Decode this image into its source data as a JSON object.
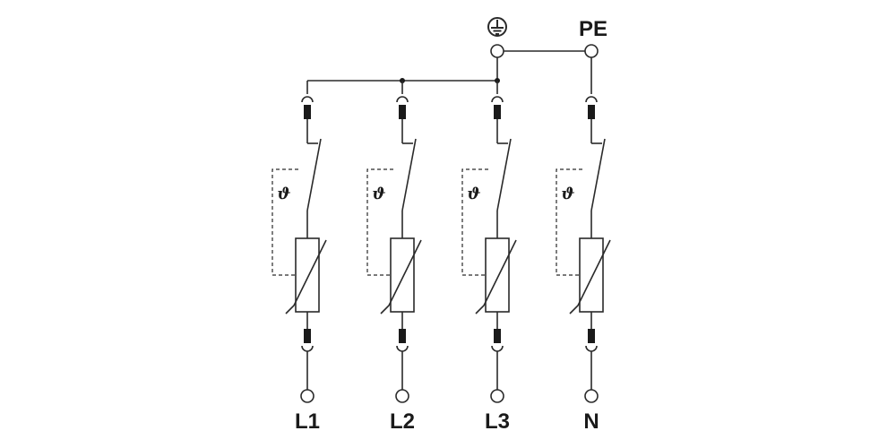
{
  "terminals": {
    "earth": {
      "icon": "earth-ground-icon"
    },
    "pe": {
      "label": "PE"
    }
  },
  "poles": [
    {
      "label": "L1",
      "thermal_symbol": "ϑ"
    },
    {
      "label": "L2",
      "thermal_symbol": "ϑ"
    },
    {
      "label": "L3",
      "thermal_symbol": "ϑ"
    },
    {
      "label": "N",
      "thermal_symbol": "ϑ"
    }
  ]
}
